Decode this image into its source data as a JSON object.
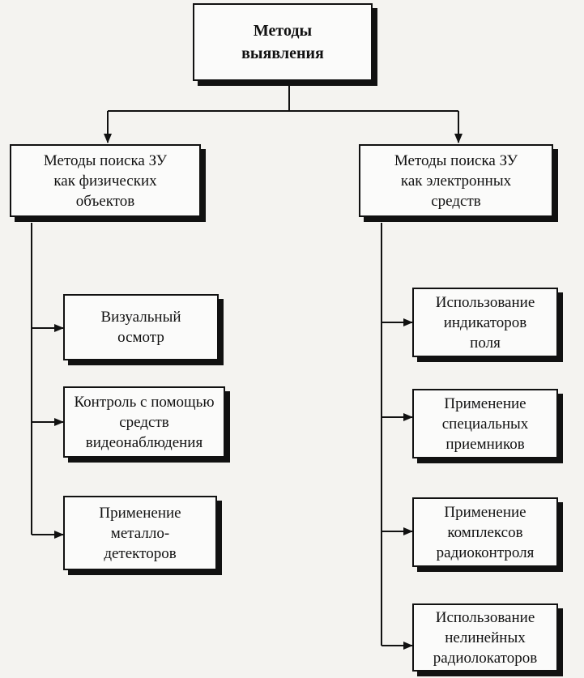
{
  "root": {
    "label": "Методы\nвыявления"
  },
  "left": {
    "label": "Методы поиска ЗУ\nкак физических\nобъектов",
    "children": [
      {
        "label": "Визуальный\nосмотр"
      },
      {
        "label": "Контроль с помощью\nсредств\nвидеонаблюдения"
      },
      {
        "label": "Применение\nметалло-\nдетекторов"
      }
    ]
  },
  "right": {
    "label": "Методы поиска ЗУ\nкак электронных\nсредств",
    "children": [
      {
        "label": "Использование\nиндикаторов\nполя"
      },
      {
        "label": "Применение\nспециальных\nприемников"
      },
      {
        "label": "Применение\nкомплексов\nрадиоконтроля"
      },
      {
        "label": "Использование\nнелинейных\nрадиолокаторов"
      }
    ]
  }
}
